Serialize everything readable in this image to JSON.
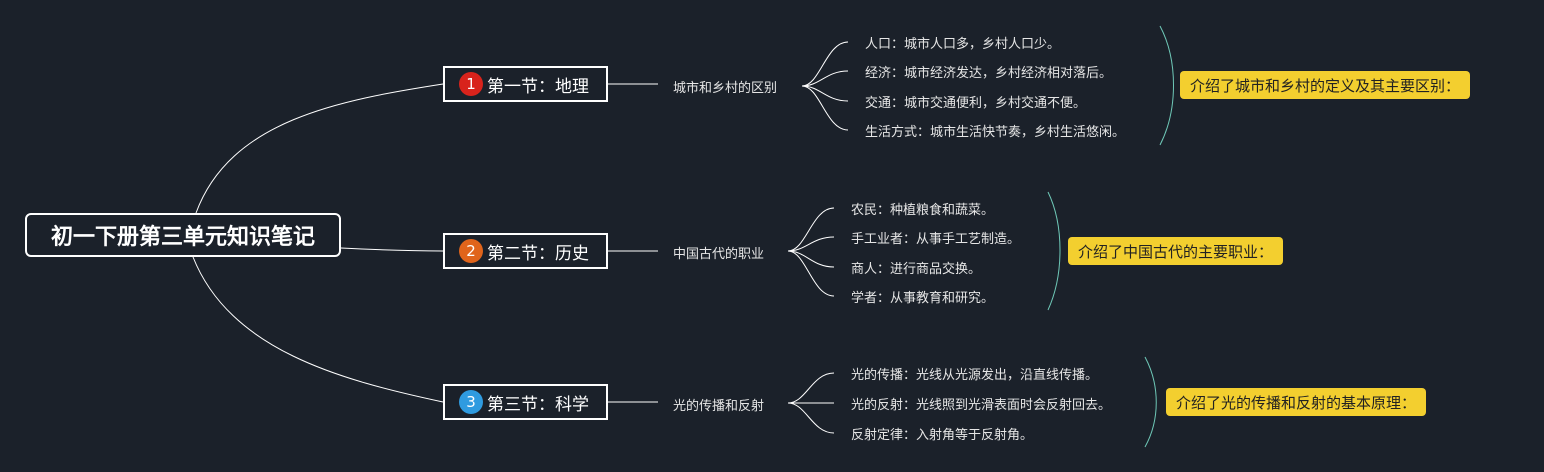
{
  "colors": {
    "background": "#1b212a",
    "line": "#ffffff",
    "bracket": "#6fc9b8",
    "summary_bg": "#f3cf2f",
    "marker_1": "#d8231c",
    "marker_2": "#e0641b",
    "marker_3": "#2f9be0"
  },
  "root": {
    "title": "初一下册第三单元知识笔记"
  },
  "sections": [
    {
      "marker": "1",
      "title": "第一节：地理",
      "topic": "城市和乡村的区别",
      "points": [
        "人口：城市人口多，乡村人口少。",
        "经济：城市经济发达，乡村经济相对落后。",
        "交通：城市交通便利，乡村交通不便。",
        "生活方式：城市生活快节奏，乡村生活悠闲。"
      ],
      "summary": "介绍了城市和乡村的定义及其主要区别："
    },
    {
      "marker": "2",
      "title": "第二节：历史",
      "topic": "中国古代的职业",
      "points": [
        "农民：种植粮食和蔬菜。",
        "手工业者：从事手工艺制造。",
        "商人：进行商品交换。",
        "学者：从事教育和研究。"
      ],
      "summary": "介绍了中国古代的主要职业："
    },
    {
      "marker": "3",
      "title": "第三节：科学",
      "topic": "光的传播和反射",
      "points": [
        "光的传播：光线从光源发出，沿直线传播。",
        "光的反射：光线照到光滑表面时会反射回去。",
        "反射定律：入射角等于反射角。"
      ],
      "summary": "介绍了光的传播和反射的基本原理："
    }
  ]
}
